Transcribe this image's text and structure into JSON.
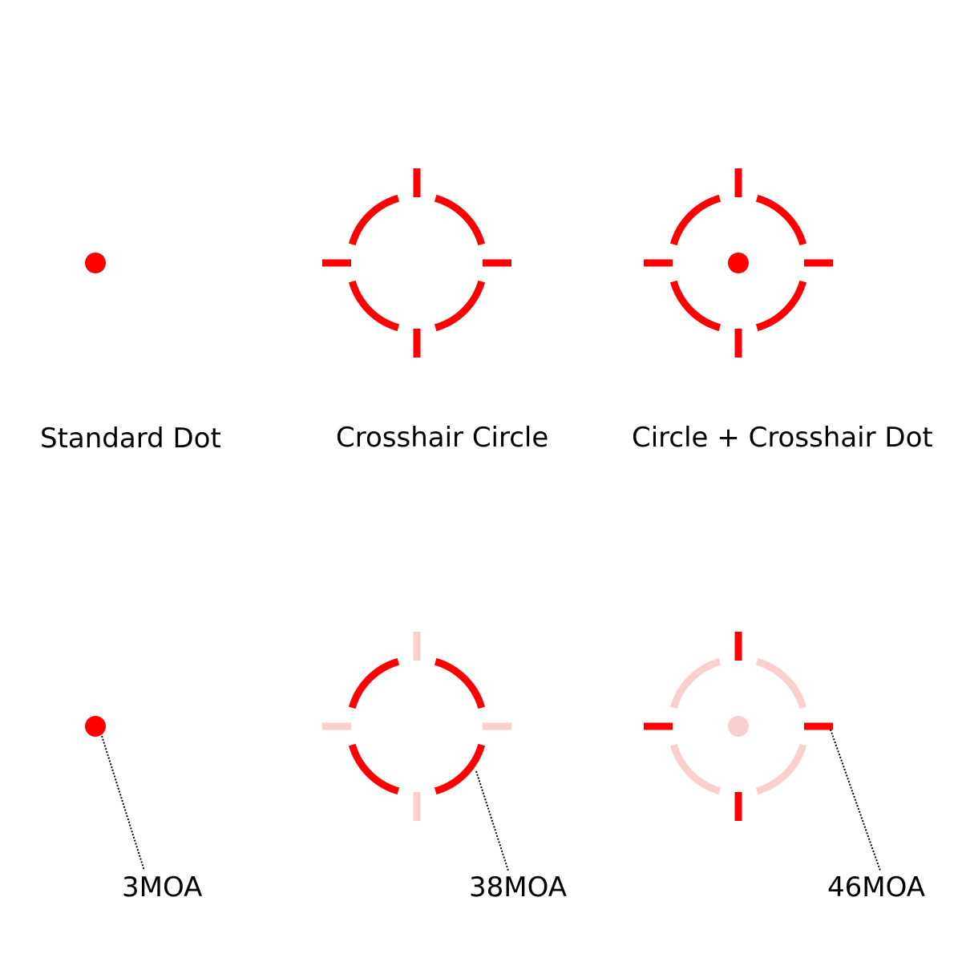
{
  "colors": {
    "red": "#ff0000",
    "faded": "#fccfcf",
    "text": "#000000",
    "background": "#ffffff"
  },
  "reticles": [
    {
      "name": "Standard Dot"
    },
    {
      "name": "Crosshair Circle"
    },
    {
      "name": "Circle + Crosshair Dot"
    }
  ],
  "sizes": [
    {
      "label": "3MOA"
    },
    {
      "label": "38MOA"
    },
    {
      "label": "46MOA"
    }
  ]
}
